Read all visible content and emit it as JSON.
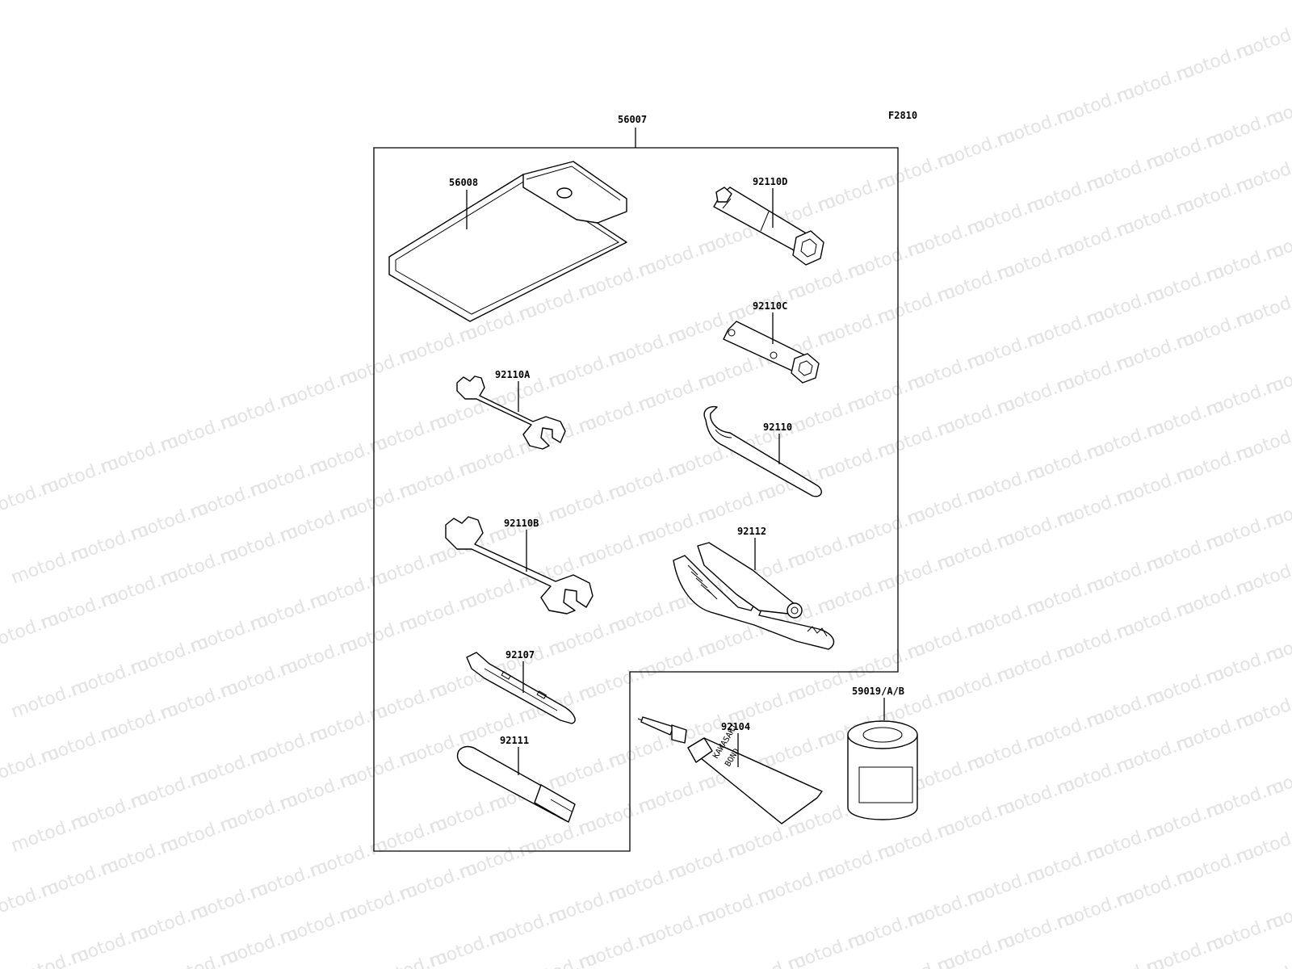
{
  "watermark": {
    "text": "motod.ru",
    "color": "#e3e3e3"
  },
  "figure_code": "F2810",
  "parts": {
    "kit": "56007",
    "pouch": "56008",
    "socket_wrench_d": "92110D",
    "socket_wrench_c": "92110C",
    "open_wrench_a": "92110A",
    "hook_spanner": "92110",
    "open_wrench_b": "92110B",
    "pliers": "92112",
    "screwdriver": "92107",
    "handle_bar": "92111",
    "bond_tube": "92104",
    "bond_can": "59019/A/B"
  },
  "tube_print": {
    "line1": "KAWASAKI",
    "line2": "BOND"
  }
}
